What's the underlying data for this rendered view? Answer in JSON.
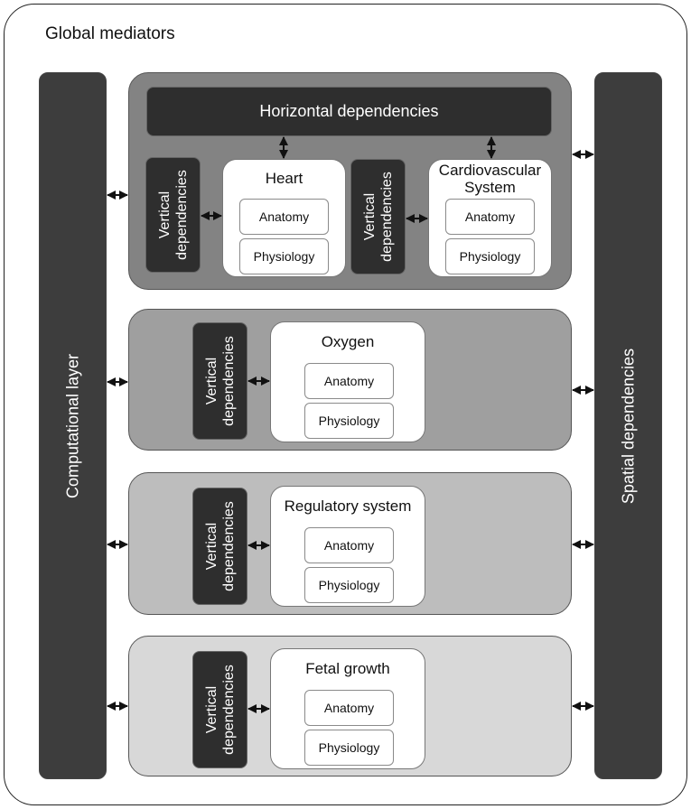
{
  "global_title": "Global mediators",
  "left_layer": "Computational layer",
  "right_layer": "Spatial dependencies",
  "top_panel": {
    "horizontal": "Horizontal dependencies",
    "vertical_line1": "Vertical",
    "vertical_line2": "dependencies",
    "heart": {
      "title": "Heart",
      "anatomy": "Anatomy",
      "physiology": "Physiology"
    },
    "cardio": {
      "title_line1": "Cardiovascular",
      "title_line2": "System",
      "anatomy": "Anatomy",
      "physiology": "Physiology"
    }
  },
  "modules": [
    {
      "title": "Oxygen",
      "vertical_line1": "Vertical",
      "vertical_line2": "dependencies",
      "anatomy": "Anatomy",
      "physiology": "Physiology"
    },
    {
      "title": "Regulatory system",
      "vertical_line1": "Vertical",
      "vertical_line2": "dependencies",
      "anatomy": "Anatomy",
      "physiology": "Physiology"
    },
    {
      "title": "Fetal growth",
      "vertical_line1": "Vertical",
      "vertical_line2": "dependencies",
      "anatomy": "Anatomy",
      "physiology": "Physiology"
    }
  ],
  "colors": {
    "panel_top": "#838383",
    "panel_oxygen": "#9f9f9f",
    "panel_regulatory": "#bdbdbd",
    "panel_fetal": "#d8d8d8",
    "dark_box": "#2e2e2e",
    "sidebar": "#3d3d3d"
  }
}
